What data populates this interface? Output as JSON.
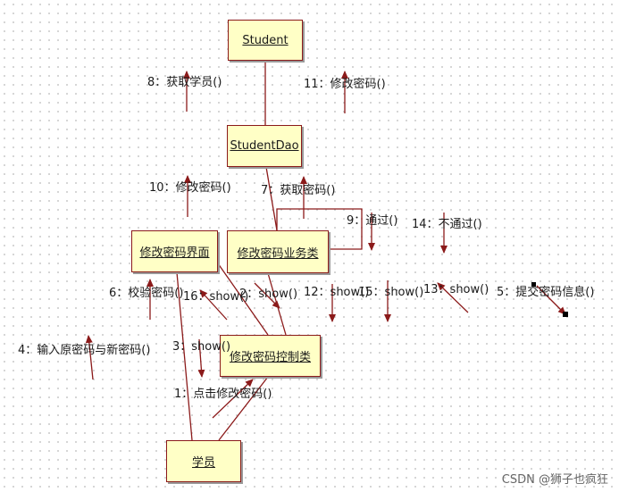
{
  "objects": {
    "student": "Student",
    "student_dao": "StudentDao",
    "ui": "修改密码界面",
    "service": "修改密码业务类",
    "controller": "修改密码控制类",
    "actor": "学员"
  },
  "messages": {
    "m1": "1：点击修改密码()",
    "m2": "2：show()",
    "m3": "3：show()",
    "m4": "4：输入原密码与新密码()",
    "m5": "5：提交密码信息()",
    "m6": "6：校验密码()",
    "m7": "7：获取密码()",
    "m8": "8：获取学员()",
    "m9": "9：通过()",
    "m10": "10：修改密码()",
    "m11": "11：修改密码()",
    "m12": "12：show()",
    "m13": "13：show()",
    "m14": "14：不通过()",
    "m15": "15：show()",
    "m16": "16：show()"
  },
  "watermark": "CSDN @狮子也疯狂",
  "colors": {
    "line": "#8b1a1a",
    "box_fill": "#ffffc6"
  }
}
